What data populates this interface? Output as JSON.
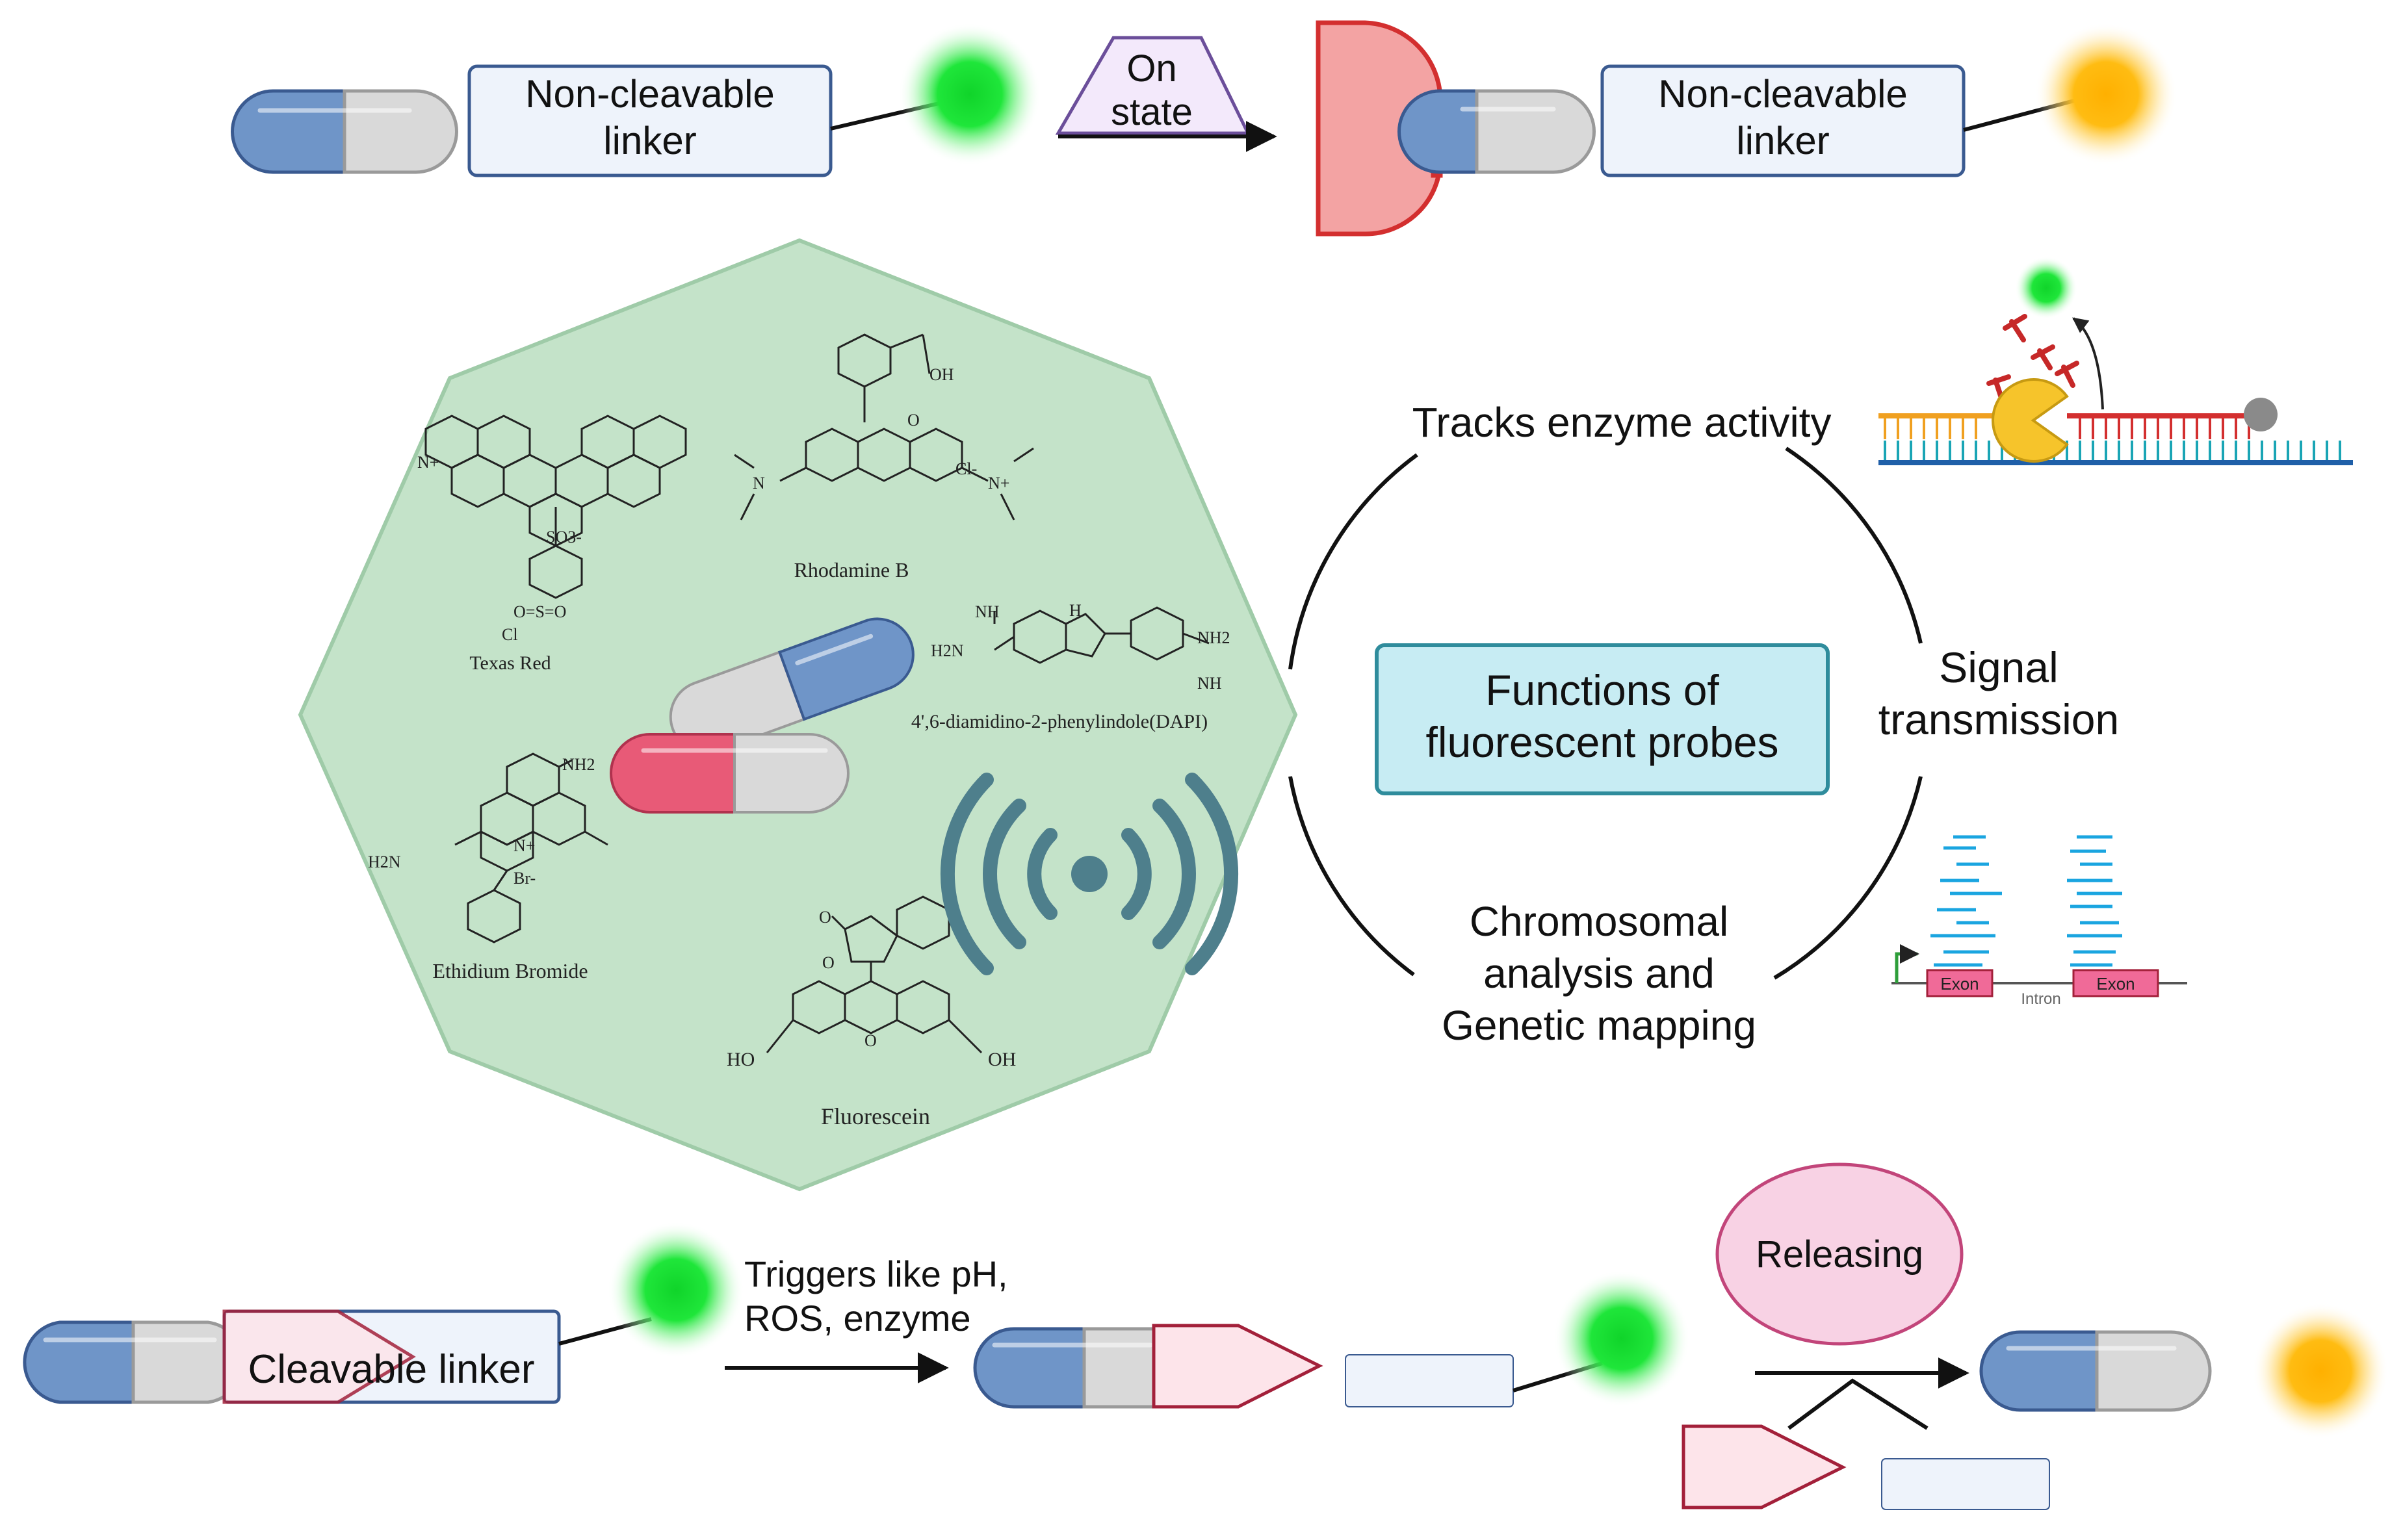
{
  "colors": {
    "capsule_blue": "#6f95c8",
    "capsule_gray": "#d9d9d9",
    "capsule_pink": "#e85a77",
    "linker_box_fill": "#eef3fb",
    "linker_box_stroke": "#3a5a90",
    "green_glow": "#22e83a",
    "orange_glow": "#ffb000",
    "receptor_red": "#f3a3a3",
    "receptor_stroke": "#d32f2f",
    "octagon_fill": "#c4e3c9",
    "center_box_fill": "#c7ecf3",
    "center_box_stroke": "#2f8c9c",
    "trap_fill": "#f3e9fb",
    "trap_stroke": "#6b4e9a",
    "pentagon_fill": "#fde4ea",
    "pentagon_stroke": "#a3203a",
    "releasing_fill": "#f8d2e4",
    "releasing_stroke": "#c2457a",
    "exon_fill": "#f06a98",
    "signal_wave": "#4e7f8c"
  },
  "top_row": {
    "linker_left": [
      "Non-cleavable",
      "linker"
    ],
    "trigger": [
      "On",
      "state"
    ],
    "linker_right": [
      "Non-cleavable",
      "linker"
    ]
  },
  "octagon": {
    "texas_red": "Texas Red",
    "rhodamine_b": "Rhodamine B",
    "dapi": "4',6-diamidino-2-phenylindole(DAPI)",
    "ethidium_bromide": "Ethidium Bromide",
    "fluorescein": "Fluorescein",
    "atoms": {
      "texas_n": "N+",
      "so3": "SO3-",
      "o_s_o": "O=S=O",
      "cl": "Cl",
      "oh": "OH",
      "o": "O",
      "cl_minus": "Cl-",
      "n": "N",
      "n_plus": "N+",
      "nh": "NH",
      "h2n": "H2N",
      "nh2": "NH2",
      "h": "H",
      "br_minus": "Br-",
      "ho": "HO"
    }
  },
  "functions": {
    "center": [
      "Functions of",
      "fluorescent probes"
    ],
    "enzyme": "Tracks enzyme activity",
    "signal": [
      "Signal",
      "transmission"
    ],
    "chromosomal": [
      "Chromosomal",
      "analysis and",
      "Genetic mapping"
    ],
    "exon_left": "Exon",
    "exon_right": "Exon",
    "intron": "Intron"
  },
  "bottom_row": {
    "cleavable": "Cleavable linker",
    "triggers": [
      "Triggers like pH,",
      "ROS, enzyme"
    ],
    "releasing": "Releasing"
  }
}
